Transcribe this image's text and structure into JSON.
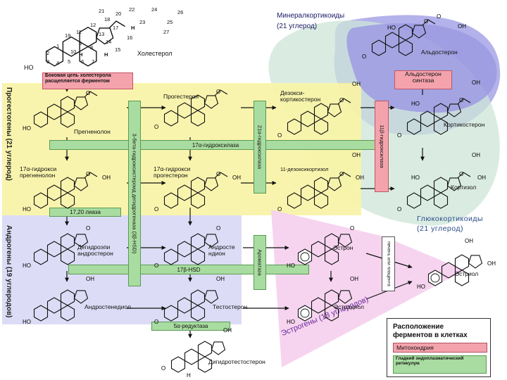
{
  "colors": {
    "yellow_zone": "#f8f3a6",
    "lavender_zone": "#dcdcf6",
    "pink_zone": "#f5d2ee",
    "mineral_zone": "#a6a4e6",
    "gluco_zone": "#cde6d8",
    "enzyme_green": "#a9dca0",
    "enzyme_pink": "#f4a3ad"
  },
  "headers": {
    "mineralo_title": "Минералкортикоиды",
    "mineralo_sub": "(21 углерод)",
    "gluco_title": "Глюкокортикоиды",
    "gluco_sub": "(21 углерод)",
    "progestogens": "Прогестогены (21 углерод)",
    "androgens": "Андрогены (19 углеродов)",
    "estrogens": "Эстрогены (18 углеродов)"
  },
  "cholesterol": {
    "label": "Холестерол",
    "ho": "HO",
    "h_labels": [
      "H",
      "H",
      "H"
    ],
    "numbers": [
      "1",
      "2",
      "3",
      "4",
      "5",
      "6",
      "7",
      "8",
      "9",
      "10",
      "11",
      "12",
      "13",
      "14",
      "15",
      "16",
      "17",
      "18",
      "19",
      "20",
      "21",
      "22",
      "23",
      "24",
      "25",
      "26",
      "27"
    ]
  },
  "side_chain_box": {
    "line1": "Боковая цепь холестерола",
    "line2": "расщепляется ферментом"
  },
  "compounds": {
    "pregnenolone": "Прегненолон",
    "progesterone": "Прогестерон",
    "deoxycorticosterone": "Дезокси-\nкортикостерон",
    "corticosterone": "Кортикостерон",
    "aldosterone": "Альдостерон",
    "hydroxypregnenolone": "17α-гидрокси\nпрегненолон",
    "hydroxyprogesterone": "17α-гидрокси\nпрогестерон",
    "deoxycortisol": "11-дезоксикортизол",
    "cortisol": "Кортизол",
    "dhea": "Дегидроэпи\nандростерон",
    "androstenedione": "Андросте\nндион",
    "estrone": "Эстрон",
    "estriol": "Эстриол",
    "androstenediol": "Андростенедиол",
    "testosterone": "Тестостерон",
    "estradiol": "Эстрадиол",
    "dht": "Дигидротестостерон"
  },
  "atom_labels": {
    "o": "O",
    "oh": "OH",
    "ho": "HO",
    "h": "H"
  },
  "enzymes": {
    "aldosterone_synthase": "Альдостерон\nсинтаза",
    "hydroxylase17": "17α-гидроксилаза",
    "lyase": "17,20 лиаза",
    "hsd17": "17β-HSD",
    "reductase": "5α-редуктаза",
    "hsd3b": "3-бета-гидроксистероид дегидрогеназа (3β-HSD)",
    "hydroxylase21": "21α-гидроксилаза",
    "hydroxylase11": "11β-гидроксилаза",
    "aromatase": "Ароматаза",
    "placenta": "печень или плацента"
  },
  "legend": {
    "title": "Расположение\nферментов в клетках",
    "mito": "Митохондрия",
    "er": "Гладкий эндоплазматический\nретикулум"
  }
}
